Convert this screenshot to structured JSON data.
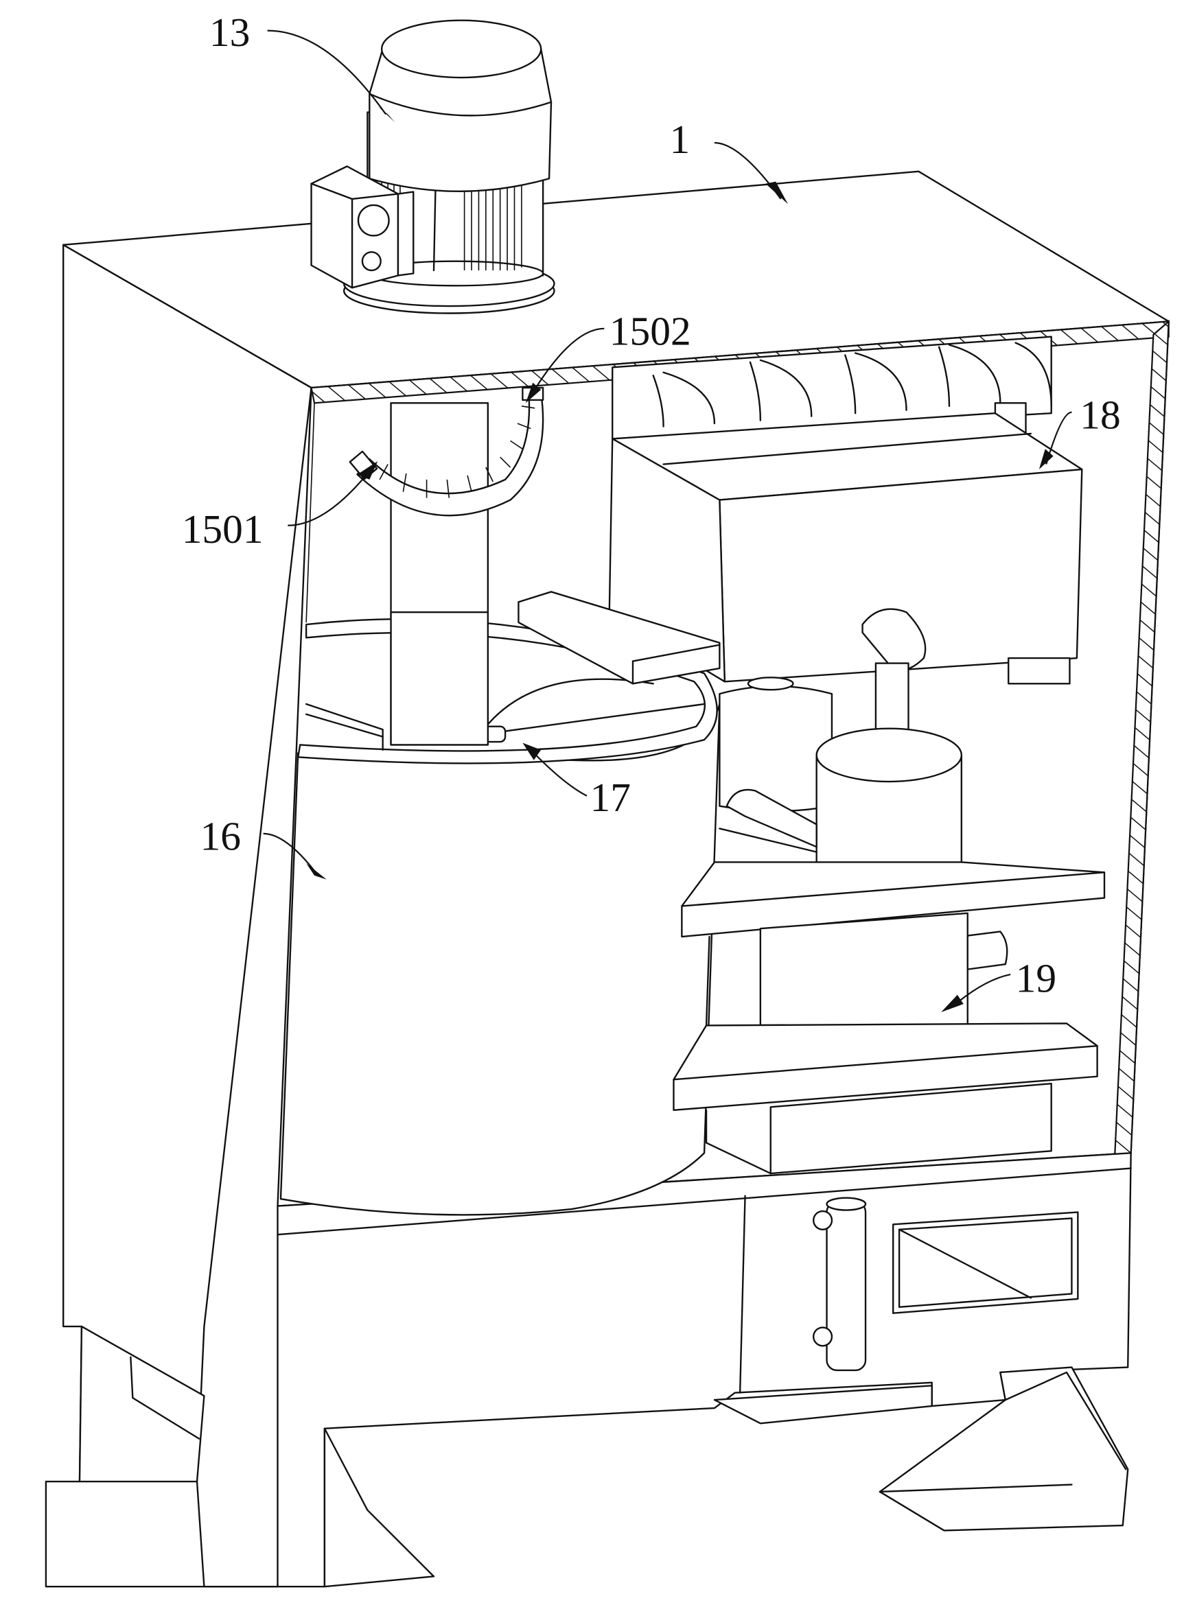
{
  "figure": {
    "labels": [
      {
        "id": "13",
        "text": "13"
      },
      {
        "id": "1",
        "text": "1"
      },
      {
        "id": "1502",
        "text": "1502"
      },
      {
        "id": "1501",
        "text": "1501"
      },
      {
        "id": "18",
        "text": "18"
      },
      {
        "id": "17",
        "text": "17"
      },
      {
        "id": "16",
        "text": "16"
      },
      {
        "id": "19",
        "text": "19"
      }
    ]
  },
  "colors": {
    "line": "#111111",
    "background": "#ffffff"
  }
}
